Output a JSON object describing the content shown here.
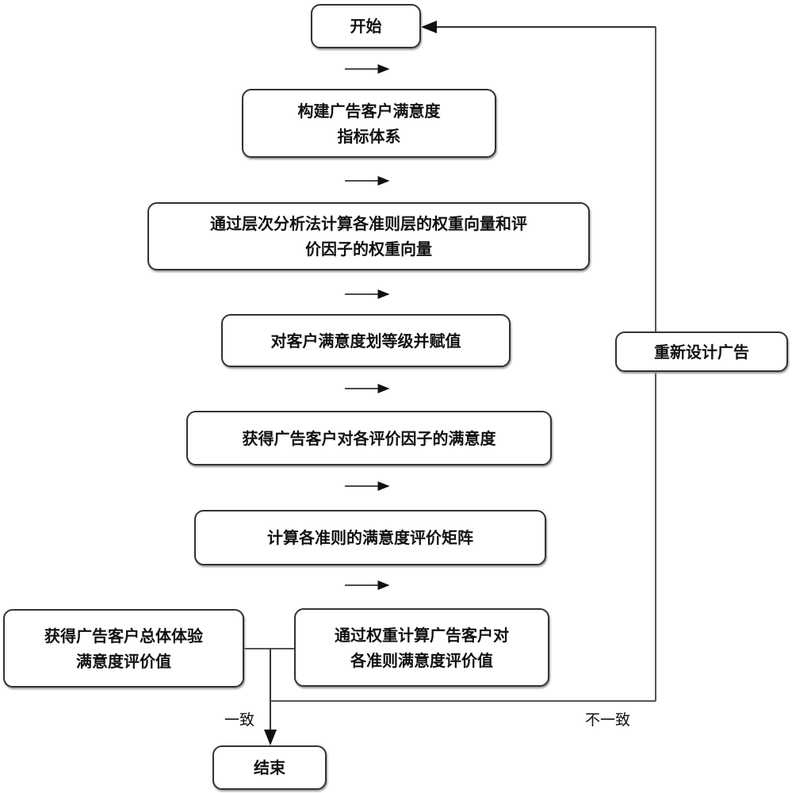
{
  "steps": {
    "start": "开始",
    "s1_line1": "构建广告客户满意度",
    "s1_line2": "指标体系",
    "s2_line1": "通过层次分析法计算各准则层的权重向量和评",
    "s2_line2": "价因子的权重向量",
    "s3": "对客户满意度划等级并赋值",
    "s4": "获得广告客户对各评价因子的满意度",
    "s5": "计算各准则的满意度评价矩阵",
    "s6_line1": "通过权重计算广告客户对",
    "s6_line2": "各准则满意度评价值",
    "overall_line1": "获得广告客户总体体验",
    "overall_line2": "满意度评价值",
    "redesign": "重新设计广告",
    "end": "结束"
  },
  "labels": {
    "consistent": "一致",
    "inconsistent": "不一致"
  }
}
